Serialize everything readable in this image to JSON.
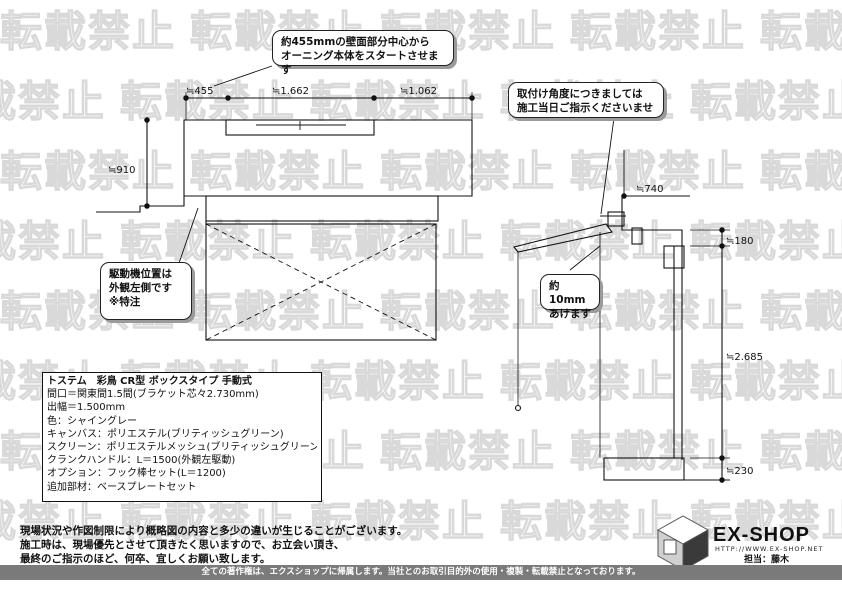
{
  "watermark": {
    "text": "転載禁止"
  },
  "callouts": {
    "top_center": {
      "lines": [
        "約455mmの壁面部分中心から",
        "オーニング本体をスタートさせます"
      ]
    },
    "top_right": {
      "lines": [
        "取付け角度につきましては",
        "施工当日ご指示くださいませ"
      ]
    },
    "left_drive": {
      "lines": [
        "駆動機位置は",
        "外観左側です",
        "※特注"
      ]
    },
    "hole": {
      "lines": [
        "約10mm",
        "あけます"
      ]
    }
  },
  "dimensions": {
    "plan_left": "≒455",
    "plan_center": "≒1.662",
    "plan_right": "≒1.062",
    "plan_height": "≒910",
    "side_projection": "≒740",
    "side_top": "≒180",
    "side_height": "≒2.685",
    "side_bottom": "≒230"
  },
  "spec": {
    "lines": [
      "トステム　彩鳥 CR型 ボックスタイプ 手動式",
      "間口＝関東間1.5間(ブラケット芯々2.730mm)",
      "出幅＝1.500mm",
      "色：シャイングレー",
      "キャンバス：ポリエステル(ブリティッシュグリーン)",
      "スクリーン：ポリエステルメッシュ(ブリティッシュグリーン)",
      "クランクハンドル：L＝1500(外観左駆動)",
      "オプション：フック棒セット(L＝1200)",
      "追加部材：ベースプレートセット"
    ]
  },
  "notes": {
    "lines": [
      "現場状況や作図制限により概略図の内容と多少の違いが生じることがございます。",
      "施工時は、現場優先とさせて頂きたく思いますので、お立会い頂き、",
      "最終のご指示のほど、何卒、宜しくお願い致します。"
    ]
  },
  "logo": {
    "name": "EX-SHOP",
    "url": "HTTP://WWW.EX-SHOP.NET",
    "staff": "担当：藤木"
  },
  "footer": {
    "text": "全ての著作権は、エクスショップに帰属します。当社とのお取引目的外の使用・複製・転載禁止となっております。"
  }
}
